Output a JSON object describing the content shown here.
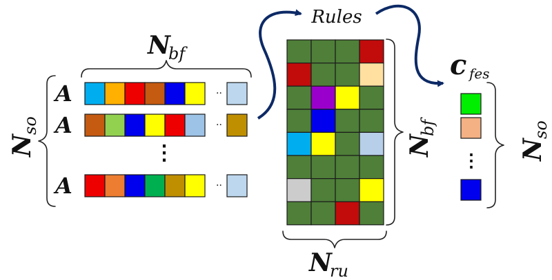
{
  "diagram": {
    "rules_label": "Rules",
    "n_bf_top": {
      "main": "N",
      "sub": "bf"
    },
    "n_bf_right": {
      "main": "N",
      "sub": "bf"
    },
    "n_so_left": {
      "main": "N",
      "sub": "so"
    },
    "n_so_right": {
      "main": "N",
      "sub": "so"
    },
    "n_ru": {
      "main": "N",
      "sub": "ru"
    },
    "c_fes": {
      "main": "c",
      "sub": "fes"
    },
    "a_symbol": "A",
    "dots_h": "··",
    "dots_v": "⋮",
    "colors": {
      "green": "#4f7f39",
      "red": "#c20b0b",
      "yellow": "#ffff00",
      "purple": "#9a00cc",
      "blue": "#0000ee",
      "sky": "#00aef0",
      "lightblue": "#b7cfe9",
      "peach": "#ffe0a0",
      "gray": "#cccccc",
      "arrow": "#0d2a66"
    },
    "rows": [
      [
        "#00aeef",
        "#ffb000",
        "#ee0000",
        "#c55a11",
        "#0000ee",
        "#ffff00",
        "#bdd7ee"
      ],
      [
        "#c55a11",
        "#92d050",
        "#0000ee",
        "#ffff00",
        "#ee0000",
        "#9dc3e6",
        "#bf8f00"
      ],
      [
        "#ee0000",
        "#ed7d31",
        "#0000ee",
        "#00b050",
        "#bf8f00",
        "#ffff00",
        "#bdd7ee"
      ]
    ],
    "grid": [
      [
        "green",
        "green",
        "green",
        "red"
      ],
      [
        "red",
        "green",
        "green",
        "peach"
      ],
      [
        "green",
        "purple",
        "yellow",
        "green"
      ],
      [
        "green",
        "blue",
        "green",
        "green"
      ],
      [
        "sky",
        "yellow",
        "green",
        "lightblue"
      ],
      [
        "green",
        "green",
        "green",
        "green"
      ],
      [
        "gray",
        "green",
        "green",
        "yellow"
      ],
      [
        "green",
        "green",
        "red",
        "green"
      ]
    ],
    "output_cells": [
      "#00ee00",
      "#f4b183",
      "#0000ee"
    ]
  }
}
